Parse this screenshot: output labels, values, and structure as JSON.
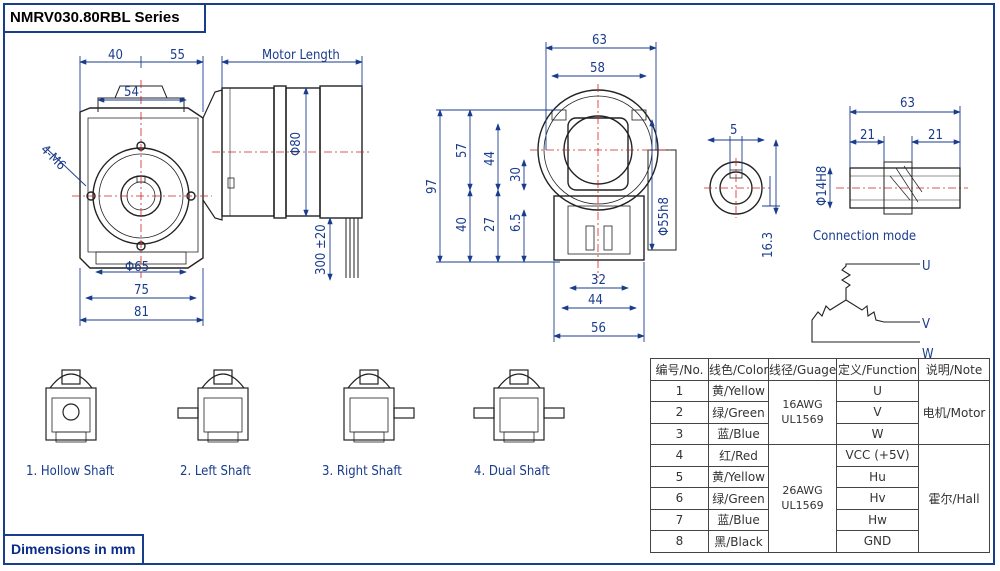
{
  "title": "NMRV030.80RBL Series",
  "units_note": "Dimensions in mm",
  "front_view": {
    "dims": [
      "40",
      "55",
      "Motor Length",
      "54",
      "4-M6",
      "Φ80",
      "300 ±20",
      "Φ65",
      "75",
      "81"
    ]
  },
  "side_view": {
    "dims": [
      "63",
      "58",
      "97",
      "57",
      "44",
      "30",
      "40",
      "27",
      "6.5",
      "Φ55h8",
      "32",
      "44",
      "56"
    ]
  },
  "shaft_view": {
    "dims": [
      "5",
      "16.3",
      "Φ14H8",
      "63",
      "21",
      "21"
    ],
    "connection_label": "Connection mode"
  },
  "phases": [
    "U",
    "V",
    "W"
  ],
  "variants": [
    "1. Hollow Shaft",
    "2. Left Shaft",
    "3. Right Shaft",
    "4. Dual Shaft"
  ],
  "wiring_table": {
    "headers": [
      "编号/No.",
      "线色/Color",
      "线径/Guage",
      "定义/Function",
      "说明/Note"
    ],
    "rows": [
      {
        "no": "1",
        "color": "黄/Yellow",
        "function": "U"
      },
      {
        "no": "2",
        "color": "绿/Green",
        "function": "V"
      },
      {
        "no": "3",
        "color": "蓝/Blue",
        "function": "W"
      },
      {
        "no": "4",
        "color": "红/Red",
        "function": "VCC (+5V)"
      },
      {
        "no": "5",
        "color": "黄/Yellow",
        "function": "Hu"
      },
      {
        "no": "6",
        "color": "绿/Green",
        "function": "Hv"
      },
      {
        "no": "7",
        "color": "蓝/Blue",
        "function": "Hw"
      },
      {
        "no": "8",
        "color": "黑/Black",
        "function": "GND"
      }
    ],
    "gauge_motor": "16AWG UL1569",
    "gauge_hall": "26AWG UL1569",
    "note_motor": "电机/Motor",
    "note_hall": "霍尔/Hall"
  },
  "colors": {
    "frame": "#1a3c8c",
    "dimension": "#1a3c8c",
    "centerline": "#d42020",
    "outline": "#222222"
  }
}
